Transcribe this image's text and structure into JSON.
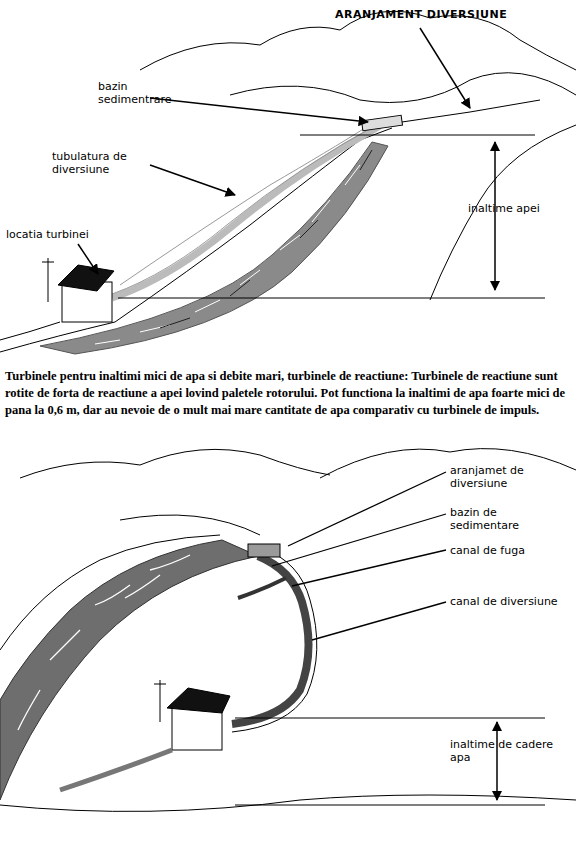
{
  "diagram": {
    "labels": [
      "ARANJAMENT DIVERSIUNE",
      "bazin sedimentrare",
      "tubulatura de diversiune",
      "inaltime apei",
      "locatia turbinei",
      "Turbinele pentru inaltimi mici de apa si debite mari, turbinele de reactiune: Turbinele de reactiune sunt rotite de forta de reactiune a apei lovind paletele rotorului. Pot functiona la inaltimi de apa foarte mici de pana la 0,6 m, dar au nevoie de o mult mai mare cantitate de apa comparativ cu turbinele de impuls.",
      "aranjamet de diversiune",
      "bazin de sedimentare",
      "canal de fuga",
      "canal de diversiune",
      "inaltime de cadere apa"
    ]
  }
}
